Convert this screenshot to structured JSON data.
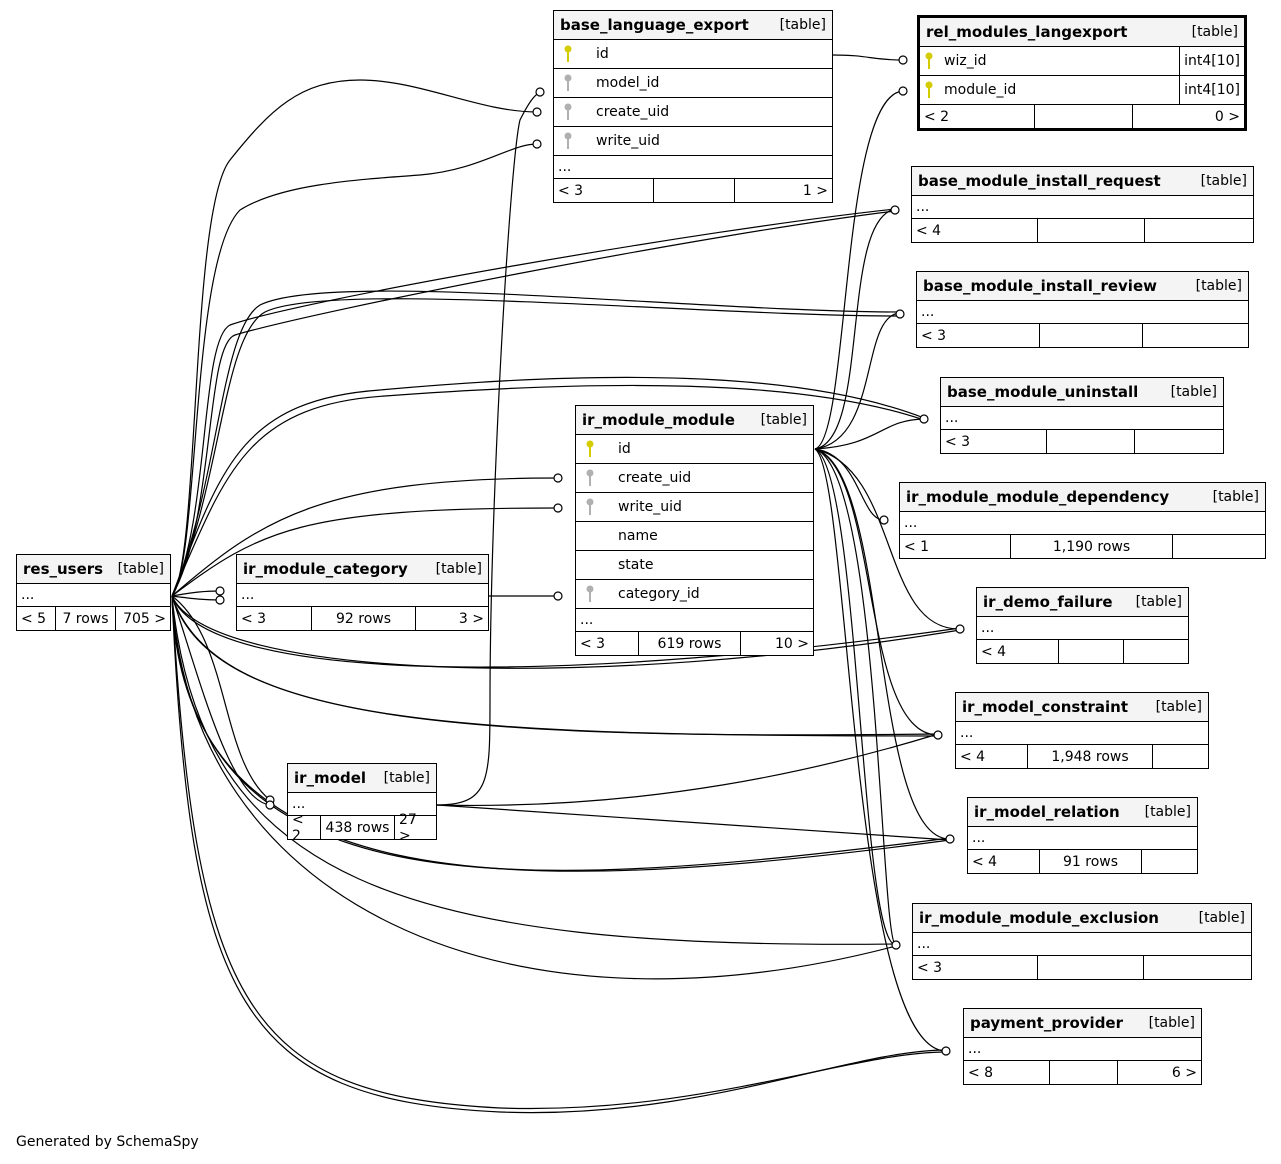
{
  "footer": "Generated by SchemaSpy",
  "colors": {
    "primary_key": "#d4cc00",
    "foreign_key": "#b0b0b0",
    "header_bg": "#f4f4f4"
  },
  "tables": {
    "base_language_export": {
      "name": "base_language_export",
      "type": "[table]",
      "columns": [
        "id",
        "model_id",
        "create_uid",
        "write_uid"
      ],
      "more": "...",
      "parents": "< 3",
      "rows": "",
      "children": "1 >"
    },
    "rel_modules_langexport": {
      "name": "rel_modules_langexport",
      "type": "[table]",
      "columns": [
        {
          "name": "wiz_id",
          "datatype": "int4[10]"
        },
        {
          "name": "module_id",
          "datatype": "int4[10]"
        }
      ],
      "parents": "< 2",
      "rows": "",
      "children": "0 >"
    },
    "base_module_install_request": {
      "name": "base_module_install_request",
      "type": "[table]",
      "more": "...",
      "parents": "< 4",
      "rows": "",
      "children": ""
    },
    "base_module_install_review": {
      "name": "base_module_install_review",
      "type": "[table]",
      "more": "...",
      "parents": "< 3",
      "rows": "",
      "children": ""
    },
    "base_module_uninstall": {
      "name": "base_module_uninstall",
      "type": "[table]",
      "more": "...",
      "parents": "< 3",
      "rows": "",
      "children": ""
    },
    "ir_module_module": {
      "name": "ir_module_module",
      "type": "[table]",
      "columns": [
        "id",
        "create_uid",
        "write_uid",
        "name",
        "state",
        "category_id"
      ],
      "more": "...",
      "parents": "< 3",
      "rows": "619 rows",
      "children": "10 >"
    },
    "ir_module_module_dependency": {
      "name": "ir_module_module_dependency",
      "type": "[table]",
      "more": "...",
      "parents": "< 1",
      "rows": "1,190 rows",
      "children": ""
    },
    "res_users": {
      "name": "res_users",
      "type": "[table]",
      "more": "...",
      "parents": "< 5",
      "rows": "7 rows",
      "children": "705 >"
    },
    "ir_module_category": {
      "name": "ir_module_category",
      "type": "[table]",
      "more": "...",
      "parents": "< 3",
      "rows": "92 rows",
      "children": "3 >"
    },
    "ir_demo_failure": {
      "name": "ir_demo_failure",
      "type": "[table]",
      "more": "...",
      "parents": "< 4",
      "rows": "",
      "children": ""
    },
    "ir_model_constraint": {
      "name": "ir_model_constraint",
      "type": "[table]",
      "more": "...",
      "parents": "< 4",
      "rows": "1,948 rows",
      "children": ""
    },
    "ir_model": {
      "name": "ir_model",
      "type": "[table]",
      "more": "...",
      "parents": "< 2",
      "rows": "438 rows",
      "children": "27 >"
    },
    "ir_model_relation": {
      "name": "ir_model_relation",
      "type": "[table]",
      "more": "...",
      "parents": "< 4",
      "rows": "91 rows",
      "children": ""
    },
    "ir_module_module_exclusion": {
      "name": "ir_module_module_exclusion",
      "type": "[table]",
      "more": "...",
      "parents": "< 3",
      "rows": "",
      "children": ""
    },
    "payment_provider": {
      "name": "payment_provider",
      "type": "[table]",
      "more": "...",
      "parents": "< 8",
      "rows": "",
      "children": "6 >"
    }
  }
}
